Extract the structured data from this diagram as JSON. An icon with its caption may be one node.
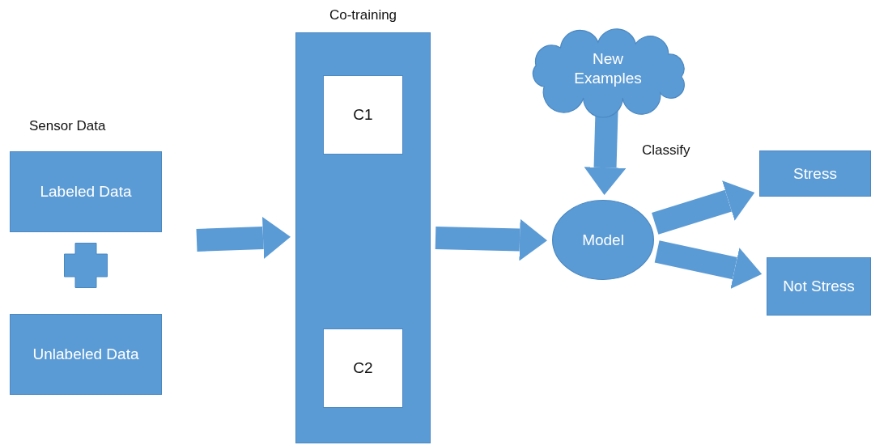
{
  "diagram": {
    "nodes": [
      {
        "text": [
          "Labeled Data"
        ]
      },
      {
        "text": [
          "Unlabeled Data"
        ]
      },
      {
        "text": [
          "Co-training"
        ]
      },
      {
        "text": [
          "C1"
        ],
        "in": 2
      },
      {
        "text": [
          "C2"
        ],
        "in": 2
      },
      {
        "text": [
          "New Examples"
        ]
      },
      {
        "text": [
          "Model"
        ]
      },
      {
        "text": [
          "Stress"
        ]
      },
      {
        "text": [
          "Not Stress"
        ]
      }
    ],
    "edges": [
      {
        "from": null,
        "to": 2,
        "arrow": "to"
      },
      {
        "from": 2,
        "to": 6,
        "arrow": "to"
      },
      {
        "from": 5,
        "to": 6,
        "arrow": "to",
        "label": "Classify"
      },
      {
        "from": 6,
        "to": 7,
        "arrow": "to"
      },
      {
        "from": 6,
        "to": 8,
        "arrow": "to"
      }
    ],
    "labels": [
      "Sensor Data"
    ]
  }
}
